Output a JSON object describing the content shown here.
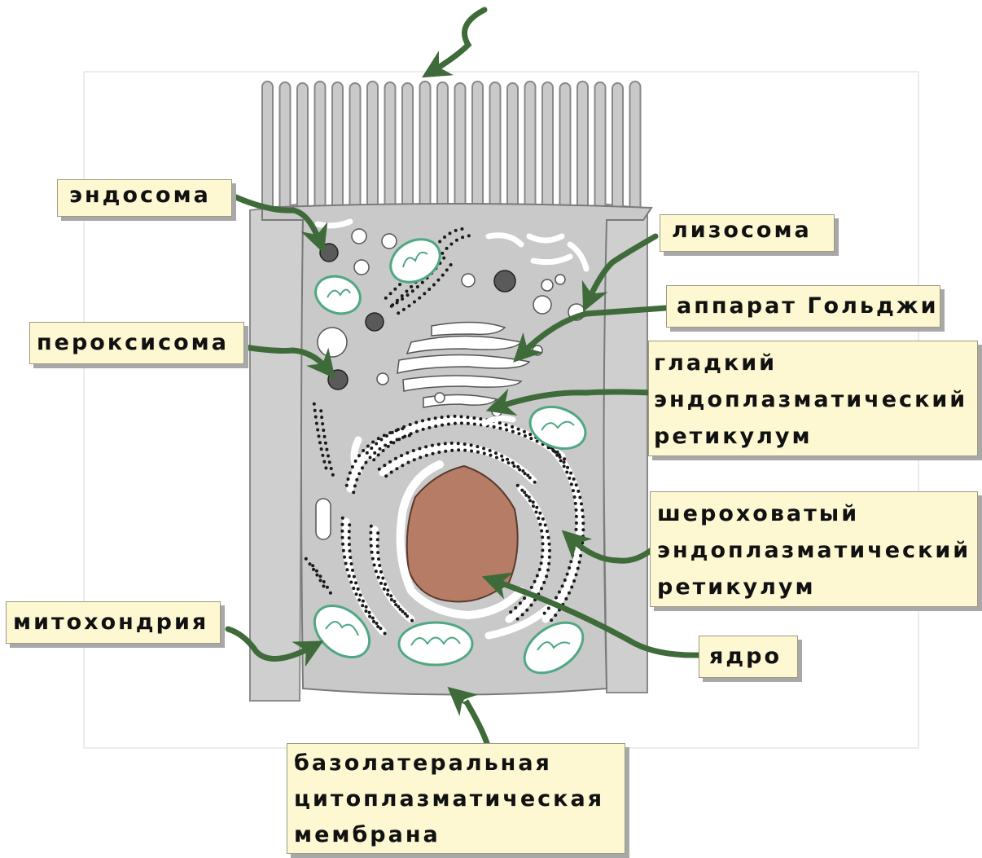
{
  "colors": {
    "label_bg": "#fdf8d2",
    "arrow": "#3f6b3a",
    "cytoplasm": "#c9c9c9",
    "nucleus": "#b77c66",
    "mitochondria": "#4fa882",
    "organelle_dark": "#555555",
    "ribosome": "#1a1a1a"
  },
  "labels": {
    "endosome": "эндосома",
    "lysosome": "лизосома",
    "golgi": "аппарат Гольджи",
    "peroxisome": "пероксисома",
    "smooth_er": [
      "гладкий",
      "эндоплазматический",
      "ретикулум"
    ],
    "rough_er": [
      "шероховатый",
      "эндоплазматический",
      "ретикулум"
    ],
    "mitochondrion": "митохондрия",
    "nucleus": "ядро",
    "membrane": [
      "базолатеральная",
      "цитоплазматическая",
      "мембрана"
    ]
  }
}
